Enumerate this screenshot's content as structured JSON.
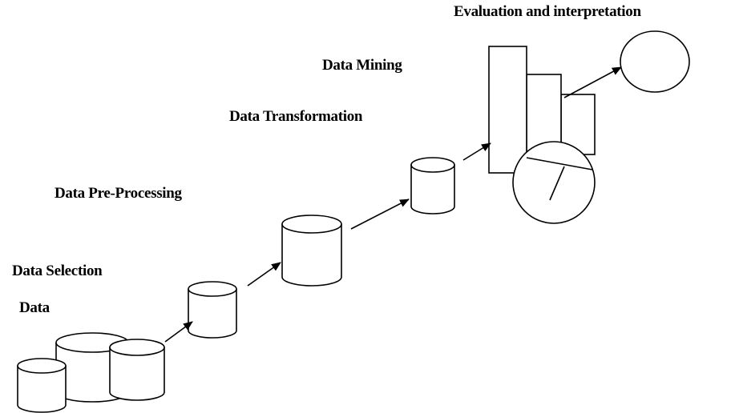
{
  "labels": {
    "evaluation": "Evaluation and interpretation",
    "data_mining": "Data Mining",
    "data_transformation": "Data Transformation",
    "data_preprocessing": "Data Pre-Processing",
    "data_selection": "Data Selection",
    "data": "Data"
  },
  "colors": {
    "stroke": "#000000",
    "fill": "#ffffff",
    "text": "#000000"
  }
}
